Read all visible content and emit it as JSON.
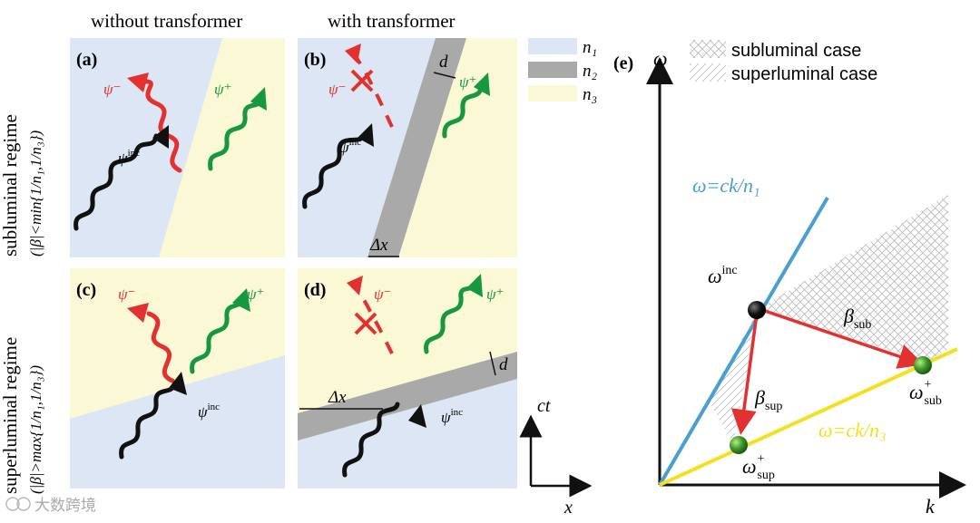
{
  "headers": {
    "without": "without transformer",
    "with": "with transformer"
  },
  "row_labels": {
    "sub_title": "subluminal regime",
    "sub_cond": "(|β|<min{1/n₁,1/n₃})",
    "sup_title": "superluminal regime",
    "sup_cond": "(|β|>max{1/n₁,1/n₃})"
  },
  "panels": {
    "a": "(a)",
    "b": "(b)",
    "c": "(c)",
    "d": "(d)",
    "e": "(e)"
  },
  "wave_labels": {
    "minus": "ψ⁻",
    "plus": "ψ⁺",
    "inc": "ψ",
    "inc_sup": "inc"
  },
  "dims": {
    "d": "d",
    "dx": "Δx"
  },
  "legend": {
    "items": [
      {
        "label": "n₁",
        "color": "#dde6f4"
      },
      {
        "label": "n₂",
        "color": "#a9a9a9"
      },
      {
        "label": "n₃",
        "color": "#fbf8d6"
      }
    ]
  },
  "axes_small": {
    "ct": "ct",
    "x": "x"
  },
  "diagram_e": {
    "omega_axis": "ω",
    "k_axis": "k",
    "legend_sub": "subluminal case",
    "legend_sup": "superluminal case",
    "line_n1": "ω=ck/n₁",
    "line_n3": "ω=ck/n₃",
    "w_inc": "ω",
    "w_inc_sup": "inc",
    "beta_sub": "β",
    "beta_sub_sub": "sub",
    "beta_sup": "β",
    "beta_sup_sub": "sup",
    "w_sub": "ω",
    "w_sub_sup": "+",
    "w_sub_sub": "sub",
    "w_sup": "ω",
    "w_sup_sup": "+",
    "w_sup_sub": "sup"
  },
  "colors": {
    "n1": "#dde6f4",
    "n2": "#a9a9a9",
    "n3": "#fbf8d6",
    "red": "#e2312f",
    "green": "#17983f",
    "black": "#111111",
    "blue_line": "#4a9fd1",
    "yellow_line": "#f3e01e"
  },
  "watermark": "大数跨境"
}
